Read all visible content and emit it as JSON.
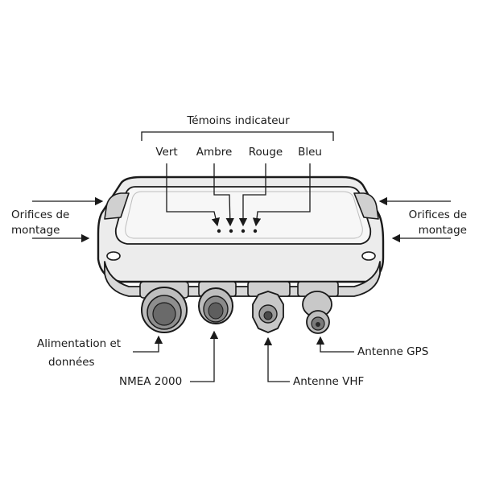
{
  "indicators": {
    "title": "Témoins indicateur",
    "items": [
      "Vert",
      "Ambre",
      "Rouge",
      "Bleu"
    ]
  },
  "mounting": {
    "left_line1": "Orifices de",
    "left_line2": "montage",
    "right_line1": "Orifices de",
    "right_line2": "montage"
  },
  "connectors": {
    "power_line1": "Alimentation et",
    "power_line2": "données",
    "nmea": "NMEA 2000",
    "vhf": "Antenne VHF",
    "gps": "Antenne GPS"
  }
}
